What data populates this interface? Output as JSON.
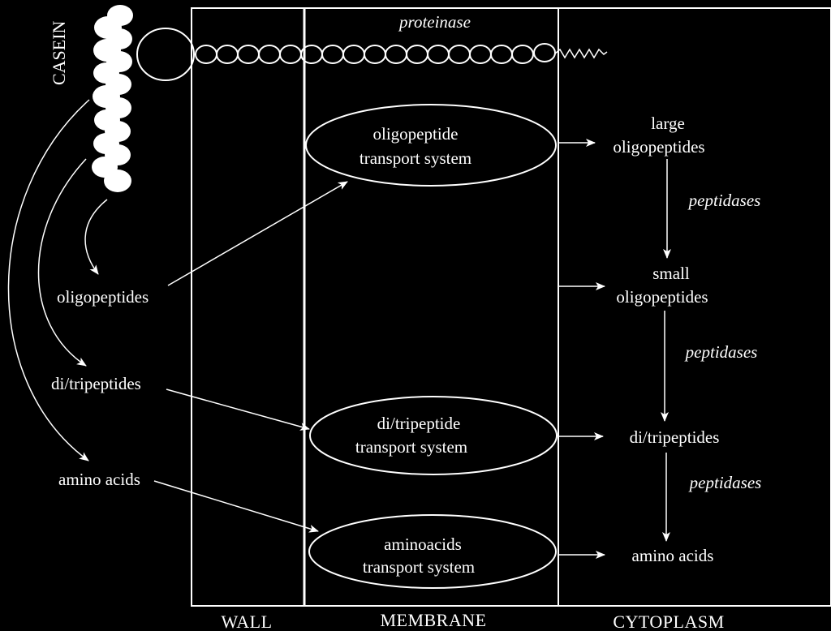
{
  "colors": {
    "background": "#000000",
    "foreground": "#ffffff"
  },
  "labels": {
    "casein": "CASEIN",
    "proteinase": "proteinase",
    "oligo_transport_1": "oligopeptide",
    "oligo_transport_2": "transport system",
    "di_transport_1": "di/tripeptide",
    "di_transport_2": "transport system",
    "amino_transport_1": "aminoacids",
    "amino_transport_2": "transport system",
    "ext_oligopeptides": "oligopeptides",
    "ext_ditripeptides": "di/tripeptides",
    "ext_amino_acids": "amino acids",
    "large_oligo_1": "large",
    "large_oligo_2": "oligopeptides",
    "small_oligo_1": "small",
    "small_oligo_2": "oligopeptides",
    "cyto_ditripeptides": "di/tripeptides",
    "cyto_amino_acids": "amino acids",
    "peptidases_1": "peptidases",
    "peptidases_2": "peptidases",
    "peptidases_3": "peptidases",
    "wall": "WALL",
    "membrane": "MEMBRANE",
    "cytoplasm": "CYTOPLASM"
  }
}
